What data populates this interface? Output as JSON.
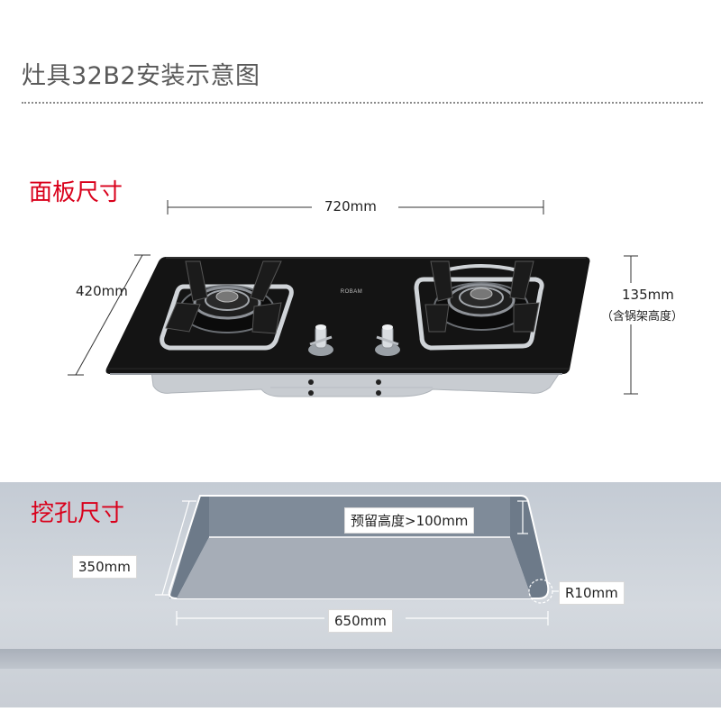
{
  "title": "灶具32B2安装示意图",
  "panel": {
    "title": "面板尺寸",
    "width": "720mm",
    "depth": "420mm",
    "height": "135mm",
    "height_note": "（含锅架高度）",
    "brand_mark": "ROBAM"
  },
  "cutout": {
    "title": "挖孔尺寸",
    "reserved_height": "预留高度>100mm",
    "depth": "350mm",
    "width": "650mm",
    "radius": "R10mm"
  },
  "colors": {
    "section_title": "#d9001b",
    "page_title": "#595959",
    "glass": "#141414",
    "steel": "#c8ccd1"
  }
}
